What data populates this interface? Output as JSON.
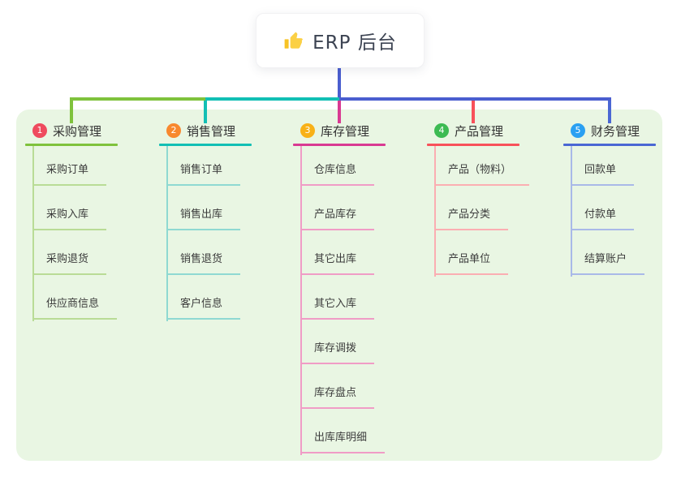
{
  "root": {
    "icon": "thumbs-up-icon",
    "title": "ERP 后台"
  },
  "branches": [
    {
      "number": "1",
      "label": "采购管理",
      "badge_color": "#ef4b5e",
      "line_color": "#7fc23c",
      "sub_line_color": "#b9dc96",
      "children": [
        "采购订单",
        "采购入库",
        "采购退货",
        "供应商信息"
      ]
    },
    {
      "number": "2",
      "label": "销售管理",
      "badge_color": "#f8882e",
      "line_color": "#12bfb4",
      "sub_line_color": "#8fd9d2",
      "children": [
        "销售订单",
        "销售出库",
        "销售退货",
        "客户信息"
      ]
    },
    {
      "number": "3",
      "label": "库存管理",
      "badge_color": "#f8b117",
      "line_color": "#d93a92",
      "sub_line_color": "#f09cc6",
      "children": [
        "仓库信息",
        "产品库存",
        "其它出库",
        "其它入库",
        "库存调拨",
        "库存盘点",
        "出库库明细"
      ]
    },
    {
      "number": "4",
      "label": "产品管理",
      "badge_color": "#3dbb53",
      "line_color": "#f8515a",
      "sub_line_color": "#fbaeb2",
      "children": [
        "产品（物料）",
        "产品分类",
        "产品单位"
      ]
    },
    {
      "number": "5",
      "label": "财务管理",
      "badge_color": "#2aa0f2",
      "line_color": "#4a67d4",
      "sub_line_color": "#a9b9e8",
      "children": [
        "回款单",
        "付款单",
        "结算账户"
      ]
    }
  ],
  "colors": {
    "panel_background": "#e9f6e3",
    "root_connector": "#4a5ecf",
    "bus_segments": [
      "#7fc23c",
      "#12bfb4",
      "#4a5ecf"
    ]
  }
}
